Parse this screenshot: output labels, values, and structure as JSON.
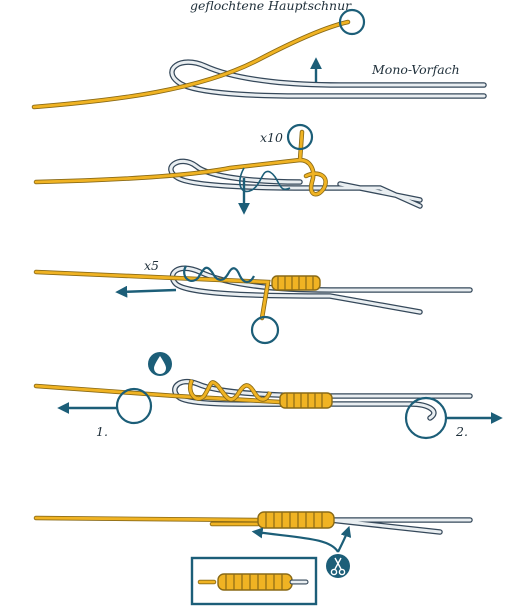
{
  "labels": {
    "braid": "geflochtene Hauptschnur",
    "mono": "Mono-Vorfach",
    "turns_step2": "x10",
    "turns_step3": "x5",
    "pull_left": "1.",
    "pull_right": "2."
  },
  "icons": {
    "moisten": "water-drop-icon",
    "trim": "scissors-icon"
  },
  "colors": {
    "braid": "#f0b323",
    "braid_outline": "#8a6a16",
    "mono": "#e9eef1",
    "mono_outline": "#35485a",
    "accent": "#1c5e78"
  }
}
